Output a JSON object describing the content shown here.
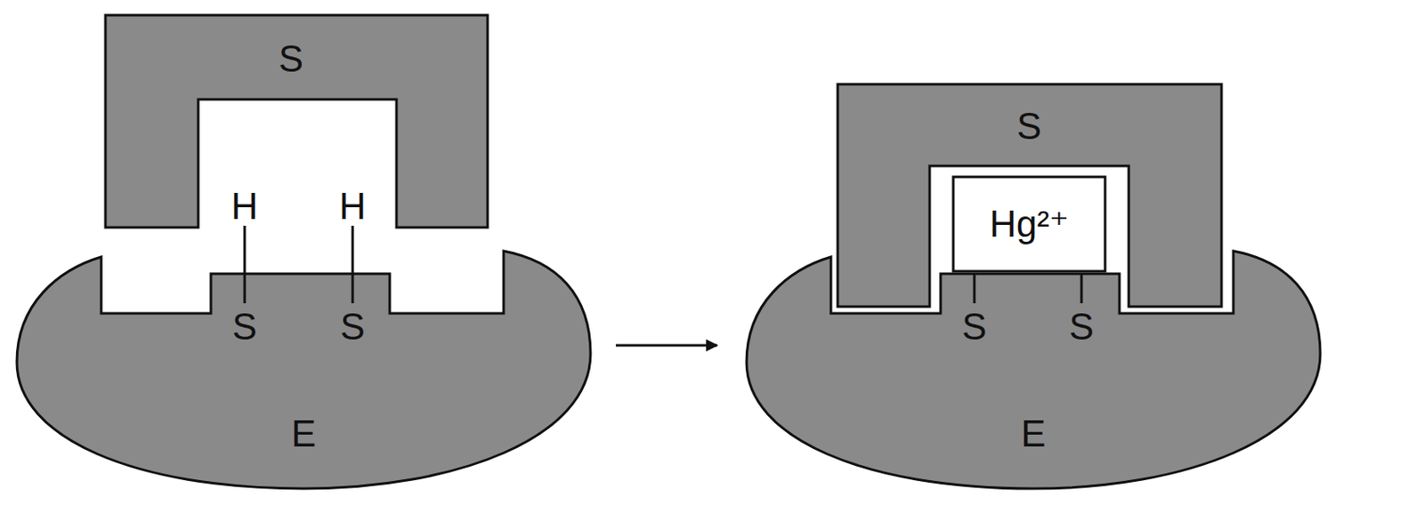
{
  "diagram": {
    "nodes": [
      {
        "text": [
          "S"
        ]
      },
      {
        "text": [
          "E"
        ]
      },
      {
        "text": [
          "S"
        ]
      },
      {
        "text": [
          "Hg²⁺"
        ]
      },
      {
        "text": [
          "E"
        ]
      }
    ],
    "edges": [
      {
        "from": 1,
        "to": 4,
        "arrow": "to"
      }
    ],
    "labels": [
      "H",
      "H",
      "S",
      "S",
      "S",
      "S"
    ]
  }
}
